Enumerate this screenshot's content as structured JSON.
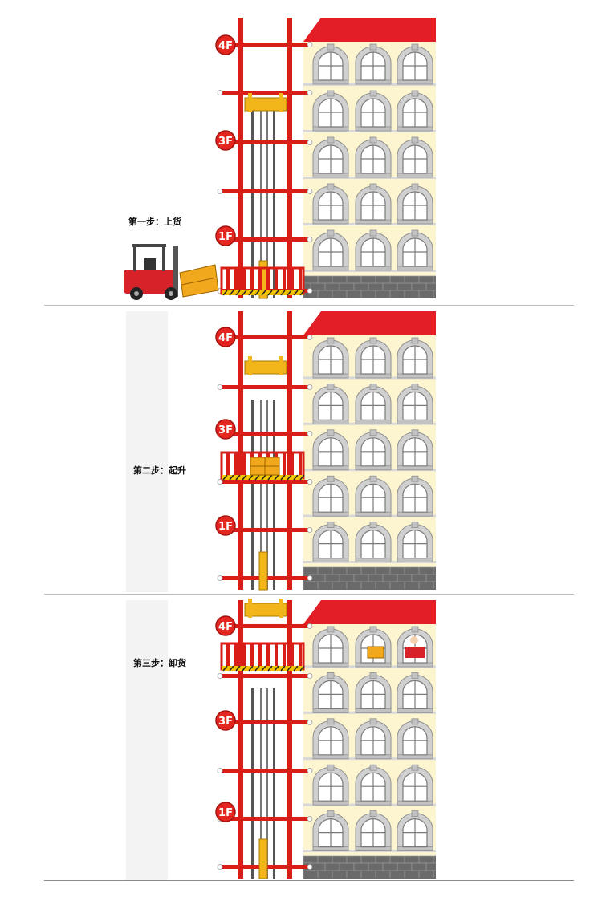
{
  "steps": [
    {
      "label": "第一步：上货",
      "platform_floor": "1F"
    },
    {
      "label": "第二步：起升",
      "platform_floor": "2F"
    },
    {
      "label": "第三步：卸货",
      "platform_floor": "4F"
    }
  ],
  "floor_markers": [
    "4F",
    "3F",
    "1F"
  ],
  "colors": {
    "frame_red": "#d91e18",
    "roof_red": "#e41e26",
    "wall_cream": "#fdf5cf",
    "window_frame": "#c8c8c8",
    "cylinder_yellow": "#f2b51a",
    "base_grey": "#6a6a6a"
  },
  "icons": [
    "forklift-icon",
    "cargo-crate-icon",
    "worker-icon"
  ]
}
